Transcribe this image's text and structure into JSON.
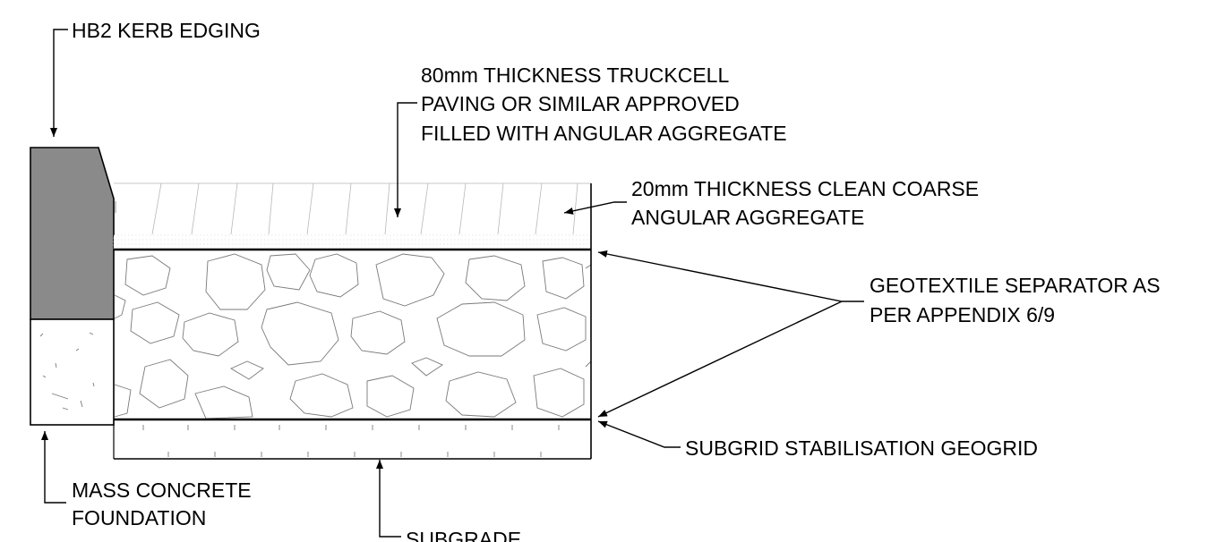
{
  "labels": {
    "kerb": "HB2 KERB EDGING",
    "paving_line1": "80mm THICKNESS TRUCKCELL",
    "paving_line2": "PAVING OR SIMILAR APPROVED",
    "paving_line3": "FILLED WITH ANGULAR AGGREGATE",
    "aggregate_line1": "20mm THICKNESS CLEAN COARSE",
    "aggregate_line2": "ANGULAR AGGREGATE",
    "geotextile_line1": "GEOTEXTILE SEPARATOR AS",
    "geotextile_line2": "PER APPENDIX 6/9",
    "geogrid": "SUBGRID STABILISATION GEOGRID",
    "foundation_line1": "MASS CONCRETE",
    "foundation_line2": "FOUNDATION",
    "subgrade": "SUBGRADE"
  },
  "colors": {
    "kerb_fill": "#8a8a8a",
    "line": "#000000",
    "hatch": "#7a7a7a"
  }
}
